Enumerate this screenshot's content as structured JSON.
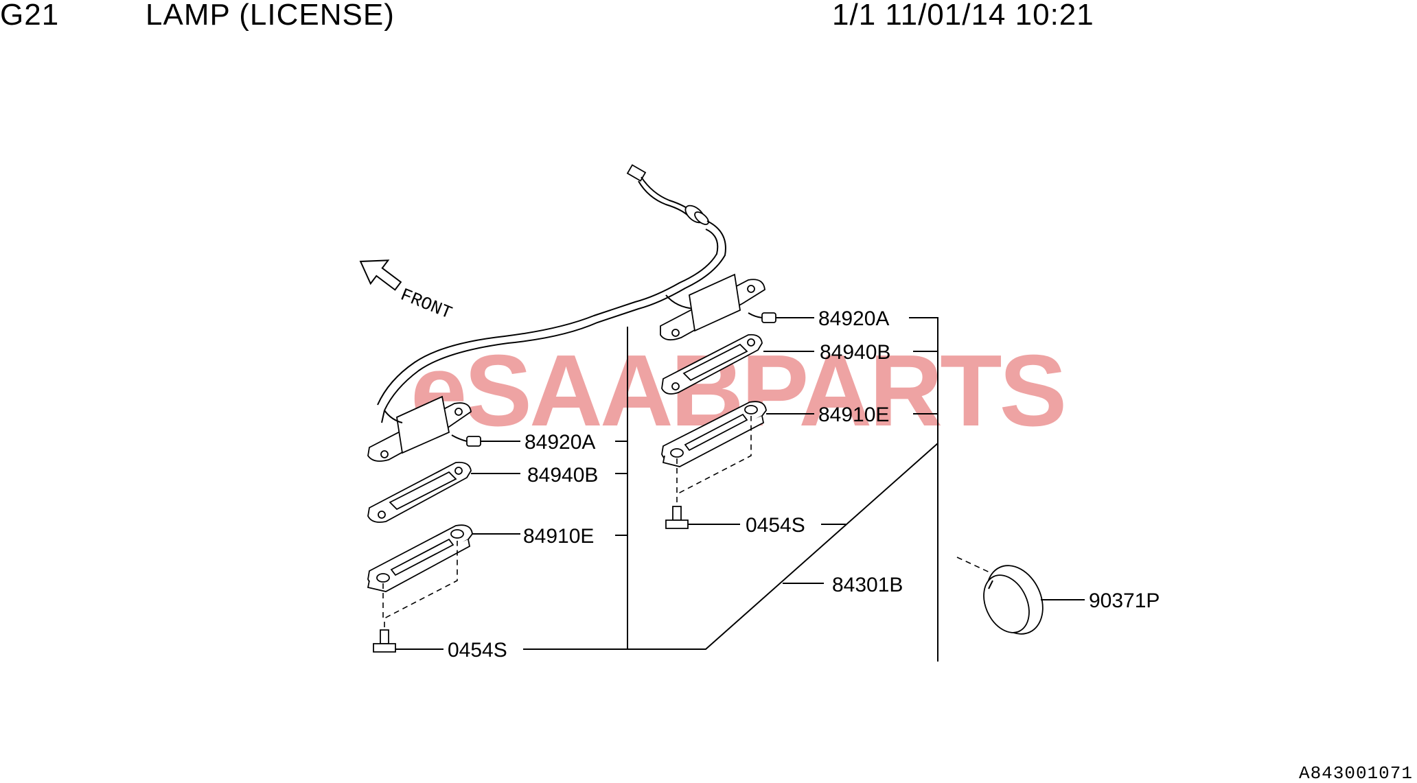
{
  "header": {
    "code": "G21",
    "title": "LAMP (LICENSE)",
    "meta": "1/1 11/01/14 10:21"
  },
  "diagram": {
    "front_label": "FRONT",
    "watermark": {
      "prefix": "eSAAB",
      "suffix": "PARTS",
      "color": "#e46b6b"
    },
    "part_numbers": [
      "84920A",
      "84940B",
      "84910E",
      "0454S",
      "84301B",
      "90371P"
    ],
    "reference": "A843001071"
  }
}
